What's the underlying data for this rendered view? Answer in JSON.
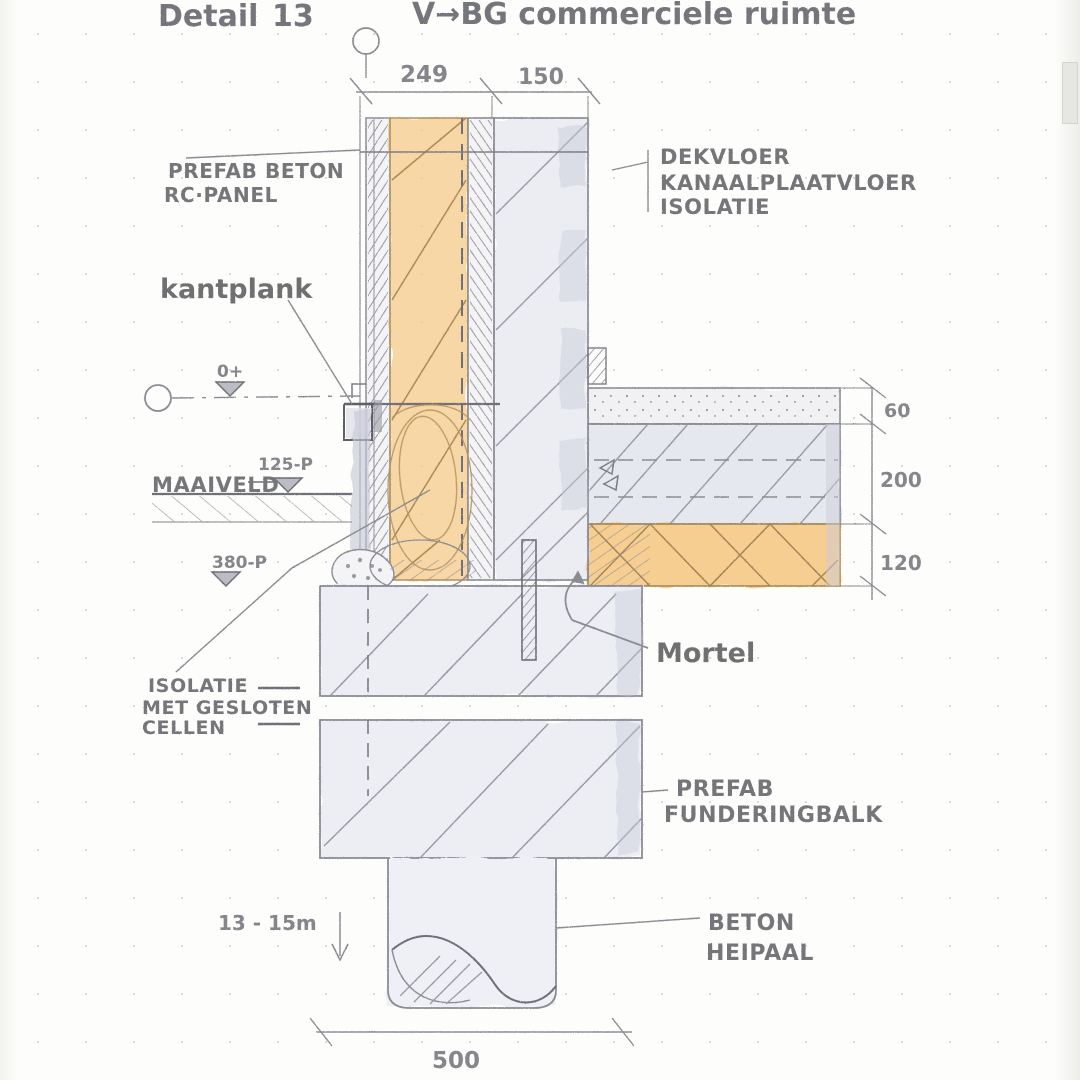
{
  "sheet": {
    "paper": "dot-grid",
    "media": "pencil on dotted paper",
    "ink_color": "#74747a",
    "concrete_fill": "#e4e6ee",
    "insulation_fill": "#f6c98a",
    "screed_fill": "#f2f2f4"
  },
  "title": {
    "detail_label": "Detail",
    "detail_number": "13",
    "subject": "V→BG commerciele ruimte"
  },
  "dimensions": {
    "top": [
      {
        "value": "249",
        "name": "wall-thickness-left"
      },
      {
        "value": "150",
        "name": "wall-thickness-right"
      }
    ],
    "right": [
      {
        "value": "60",
        "name": "screed-thickness"
      },
      {
        "value": "200",
        "name": "hollow-core-slab-thickness"
      },
      {
        "value": "120",
        "name": "insulation-thickness"
      }
    ],
    "bottom": [
      {
        "value": "500",
        "name": "pile-cap-width"
      }
    ]
  },
  "levels": [
    {
      "label": "0+",
      "name": "level-zero"
    },
    {
      "label": "125-P",
      "name": "level-maaiveld"
    },
    {
      "label": "380-P",
      "name": "level-foundation-top"
    }
  ],
  "annotations": {
    "prefab_beton": {
      "lines": [
        "PREFAB  BETON",
        "RC·PANEL"
      ],
      "name": "prefab-beton-rc-panel"
    },
    "kantplank": {
      "text": "kantplank",
      "name": "kantplank"
    },
    "maaiveld": {
      "text": "MAAIVELD",
      "name": "maaiveld"
    },
    "floor_buildup": {
      "lines": [
        "DEKVLOER",
        "KANAALPLAATVLOER",
        "ISOLATIE"
      ],
      "name": "floor-buildup"
    },
    "isolatie": {
      "lines": [
        "ISOLATIE",
        "MET GESLOTEN",
        "CELLEN"
      ],
      "name": "isolatie-gesloten-cellen"
    },
    "mortel": {
      "text": "Mortel",
      "name": "mortel"
    },
    "funderingbalk": {
      "lines": [
        "PREFAB",
        "FUNDERINGBALK"
      ],
      "name": "prefab-funderingbalk"
    },
    "heipaal": {
      "lines": [
        "BETON",
        "HEIPAAL"
      ],
      "name": "beton-heipaal"
    },
    "pile_length": {
      "text": "13 - 15m",
      "name": "pile-length-note"
    }
  }
}
